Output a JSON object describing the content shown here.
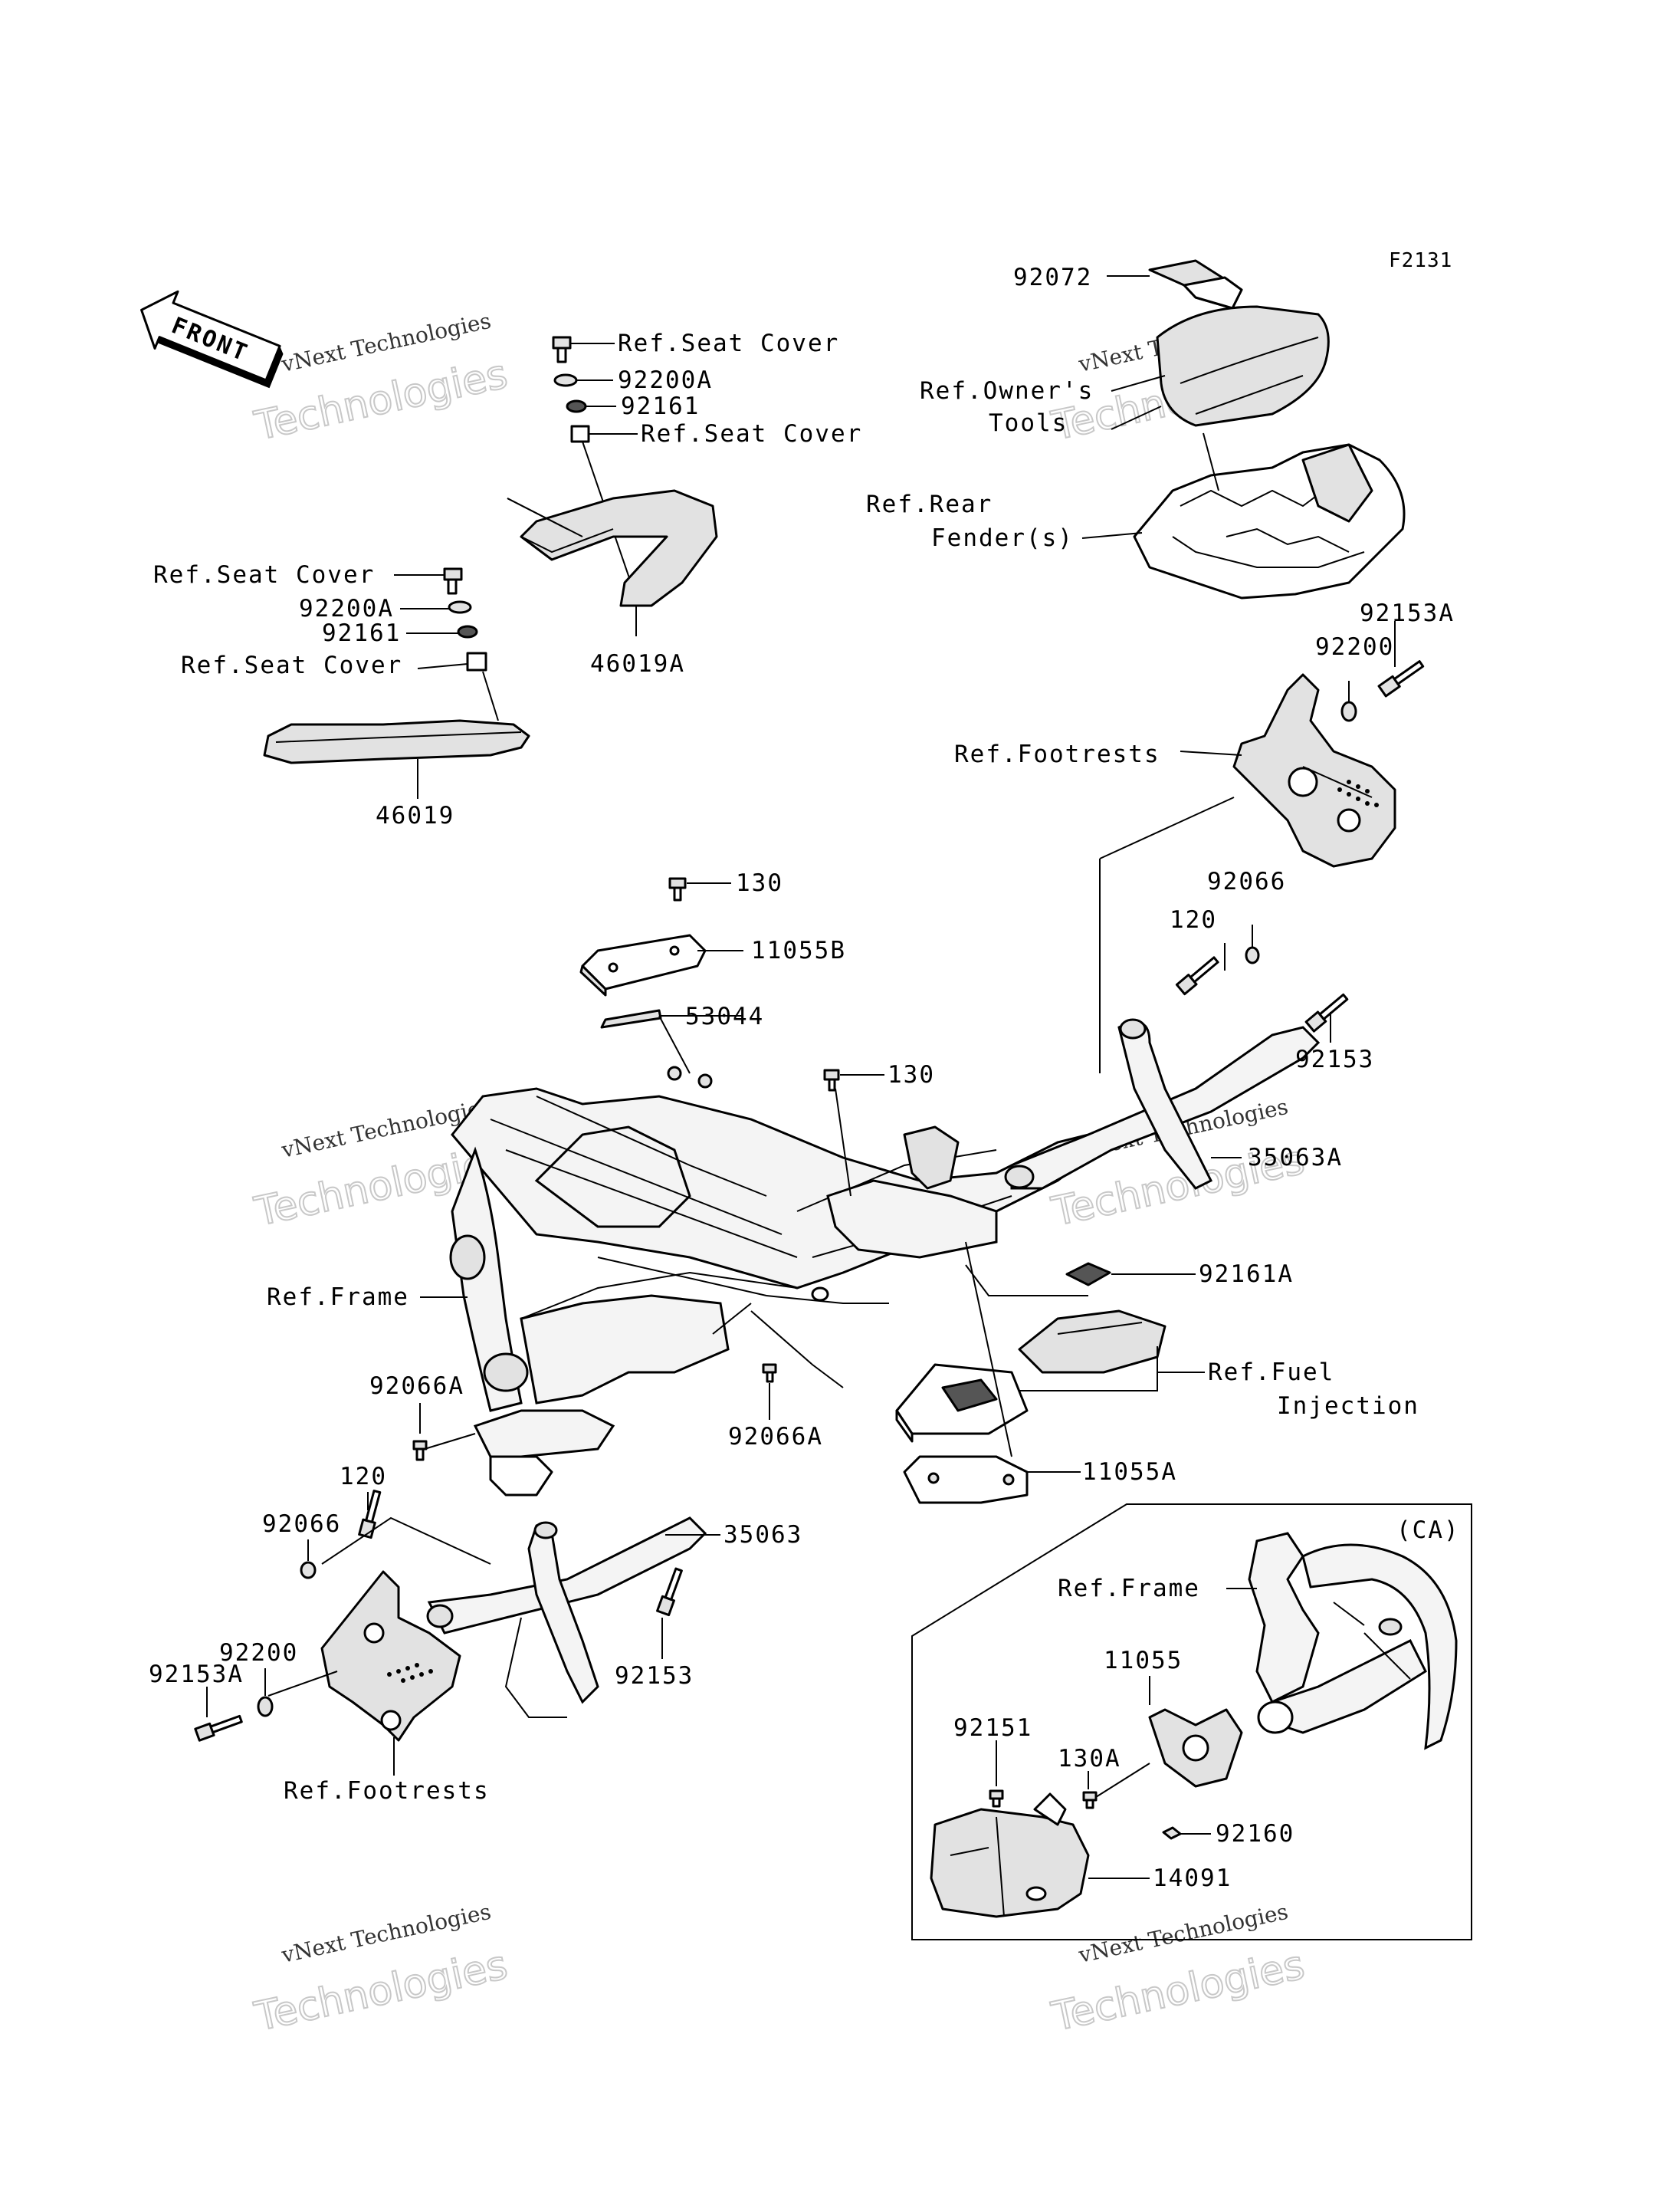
{
  "diagram_code": "F2131",
  "front_arrow": "FRONT",
  "ca_box_label": "(CA)",
  "watermark": {
    "line1": "vNext Technologies",
    "line2": "Technologies"
  },
  "labels": {
    "p92072": "92072",
    "ref_owners_tools_1": "Ref.Owner's",
    "ref_owners_tools_2": "Tools",
    "ref_rear_fender_1": "Ref.Rear",
    "ref_rear_fender_2": "Fender(s)",
    "ref_seat_cover_a": "Ref.Seat Cover",
    "p92200A_a": "92200A",
    "p92161_a": "92161",
    "ref_seat_cover_b": "Ref.Seat Cover",
    "p46019A": "46019A",
    "ref_seat_cover_c": "Ref.Seat Cover",
    "p92200A_b": "92200A",
    "p92161_b": "92161",
    "ref_seat_cover_d": "Ref.Seat Cover",
    "p46019": "46019",
    "p92153A_r": "92153A",
    "p92200_r": "92200",
    "ref_footrests_r": "Ref.Footrests",
    "p130_a": "130",
    "p11055B": "11055B",
    "p53044": "53044",
    "p92066_r": "92066",
    "p120_r": "120",
    "p92153_r": "92153",
    "p130_b": "130",
    "p35063A": "35063A",
    "ref_frame": "Ref.Frame",
    "p92161A": "92161A",
    "ref_fuel_injection_1": "Ref.Fuel",
    "ref_fuel_injection_2": "Injection",
    "p92066A_l": "92066A",
    "p92066A_c": "92066A",
    "p11055A": "11055A",
    "p120_l": "120",
    "p92066_l": "92066",
    "p35063": "35063",
    "p92200_l": "92200",
    "p92153A_l": "92153A",
    "p92153_l": "92153",
    "ref_footrests_l": "Ref.Footrests",
    "ref_frame_ca": "Ref.Frame",
    "p11055": "11055",
    "p92151": "92151",
    "p130A": "130A",
    "p92160": "92160",
    "p14091": "14091"
  }
}
